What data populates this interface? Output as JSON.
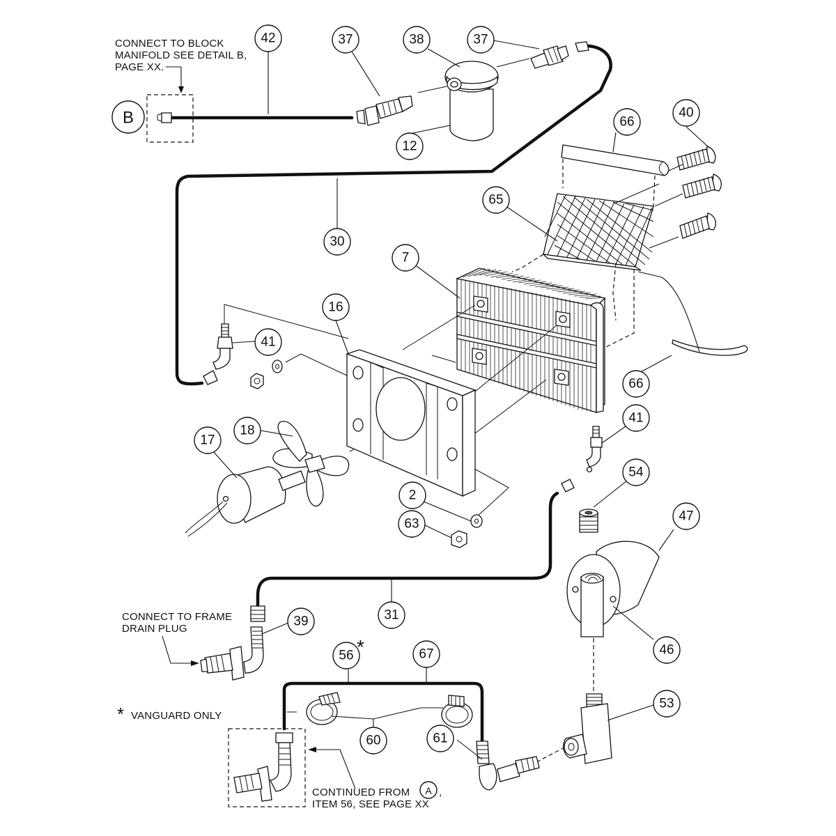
{
  "notes": {
    "block_manifold": [
      "CONNECT TO BLOCK",
      "MANIFOLD SEE DETAIL B,",
      "PAGE XX."
    ],
    "frame_drain": [
      "CONNECT TO FRAME",
      "DRAIN PLUG"
    ],
    "vanguard_only": "VANGUARD ONLY",
    "continued_from_1": "CONTINUED FROM",
    "continued_from_ref": "A",
    "continued_from_comma": ",",
    "continued_from_2": "ITEM 56, SEE PAGE XX",
    "star": "*"
  },
  "detail_ref": "B",
  "callouts": {
    "c42": "42",
    "c37a": "37",
    "c38": "38",
    "c37b": "37",
    "c12": "12",
    "c40": "40",
    "c66a": "66",
    "c65": "65",
    "c30": "30",
    "c7": "7",
    "c16": "16",
    "c41a": "41",
    "c66b": "66",
    "c18": "18",
    "c17": "17",
    "c41b": "41",
    "c54": "54",
    "c2": "2",
    "c63": "63",
    "c47": "47",
    "c31": "31",
    "c39": "39",
    "c46": "46",
    "c56": "56",
    "c67": "67",
    "c53": "53",
    "c60": "60",
    "c61": "61"
  }
}
